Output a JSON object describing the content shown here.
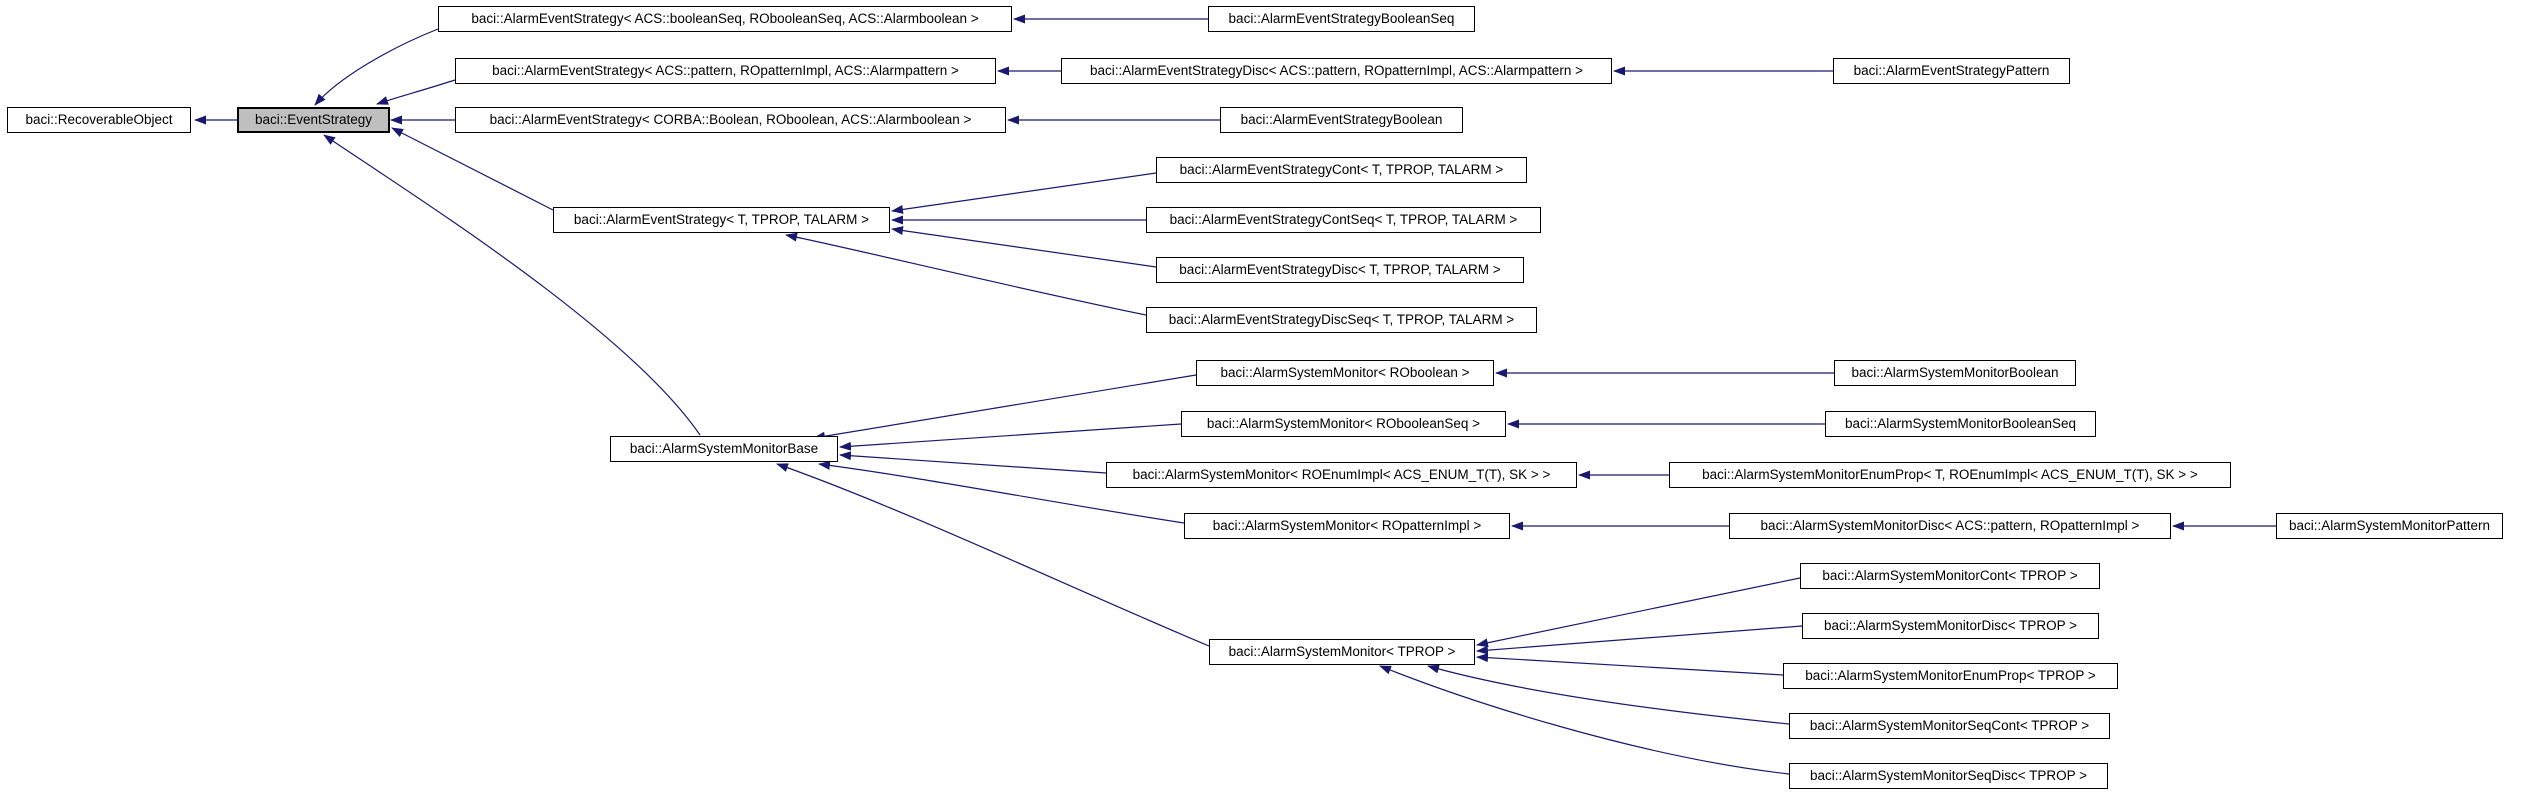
{
  "diagram": {
    "type": "class-inheritance-graph",
    "focus_class": "baci::EventStrategy",
    "colors": {
      "background": "#ffffff",
      "node_fill": "#ffffff",
      "node_border": "#000000",
      "focus_node_fill": "#bfbfbf",
      "edge": "#191970",
      "text": "#000000"
    },
    "nodes": [
      {
        "id": "recoverable-object",
        "label": "baci::RecoverableObject"
      },
      {
        "id": "event-strategy",
        "label": "baci::EventStrategy",
        "highlighted": true
      },
      {
        "id": "alarm-event-strategy-booleanseq-tmpl",
        "label": "baci::AlarmEventStrategy< ACS::booleanSeq, RObooleanSeq, ACS::Alarmboolean >"
      },
      {
        "id": "alarm-event-strategy-booleanseq",
        "label": "baci::AlarmEventStrategyBooleanSeq"
      },
      {
        "id": "alarm-event-strategy-pattern-tmpl",
        "label": "baci::AlarmEventStrategy< ACS::pattern, ROpatternImpl, ACS::Alarmpattern >"
      },
      {
        "id": "alarm-event-strategy-disc-pattern",
        "label": "baci::AlarmEventStrategyDisc< ACS::pattern, ROpatternImpl, ACS::Alarmpattern >"
      },
      {
        "id": "alarm-event-strategy-pattern",
        "label": "baci::AlarmEventStrategyPattern"
      },
      {
        "id": "alarm-event-strategy-boolean-tmpl",
        "label": "baci::AlarmEventStrategy< CORBA::Boolean, ROboolean, ACS::Alarmboolean >"
      },
      {
        "id": "alarm-event-strategy-boolean",
        "label": "baci::AlarmEventStrategyBoolean"
      },
      {
        "id": "alarm-event-strategy-t-tmpl",
        "label": "baci::AlarmEventStrategy< T, TPROP, TALARM >"
      },
      {
        "id": "alarm-event-strategy-cont-t",
        "label": "baci::AlarmEventStrategyCont< T, TPROP, TALARM >"
      },
      {
        "id": "alarm-event-strategy-contseq-t",
        "label": "baci::AlarmEventStrategyContSeq< T, TPROP, TALARM >"
      },
      {
        "id": "alarm-event-strategy-disc-t",
        "label": "baci::AlarmEventStrategyDisc< T, TPROP, TALARM >"
      },
      {
        "id": "alarm-event-strategy-discseq-t",
        "label": "baci::AlarmEventStrategyDiscSeq< T, TPROP, TALARM >"
      },
      {
        "id": "alarm-system-monitor-base",
        "label": "baci::AlarmSystemMonitorBase"
      },
      {
        "id": "alarm-system-monitor-roboolean",
        "label": "baci::AlarmSystemMonitor< ROboolean >"
      },
      {
        "id": "alarm-system-monitor-boolean",
        "label": "baci::AlarmSystemMonitorBoolean"
      },
      {
        "id": "alarm-system-monitor-robooleanseq",
        "label": "baci::AlarmSystemMonitor< RObooleanSeq >"
      },
      {
        "id": "alarm-system-monitor-booleanseq",
        "label": "baci::AlarmSystemMonitorBooleanSeq"
      },
      {
        "id": "alarm-system-monitor-roenumimpl",
        "label": "baci::AlarmSystemMonitor< ROEnumImpl< ACS_ENUM_T(T), SK > >"
      },
      {
        "id": "alarm-system-monitor-enumprop-t",
        "label": "baci::AlarmSystemMonitorEnumProp< T, ROEnumImpl< ACS_ENUM_T(T), SK > >"
      },
      {
        "id": "alarm-system-monitor-ropatternimpl",
        "label": "baci::AlarmSystemMonitor< ROpatternImpl >"
      },
      {
        "id": "alarm-system-monitor-disc-pattern",
        "label": "baci::AlarmSystemMonitorDisc< ACS::pattern, ROpatternImpl >"
      },
      {
        "id": "alarm-system-monitor-pattern",
        "label": "baci::AlarmSystemMonitorPattern"
      },
      {
        "id": "alarm-system-monitor-tprop",
        "label": "baci::AlarmSystemMonitor< TPROP >"
      },
      {
        "id": "alarm-system-monitor-cont-tprop",
        "label": "baci::AlarmSystemMonitorCont< TPROP >"
      },
      {
        "id": "alarm-system-monitor-disc-tprop",
        "label": "baci::AlarmSystemMonitorDisc< TPROP >"
      },
      {
        "id": "alarm-system-monitor-enumprop-tprop",
        "label": "baci::AlarmSystemMonitorEnumProp< TPROP >"
      },
      {
        "id": "alarm-system-monitor-seqcont-tprop",
        "label": "baci::AlarmSystemMonitorSeqCont< TPROP >"
      },
      {
        "id": "alarm-system-monitor-seqdisc-tprop",
        "label": "baci::AlarmSystemMonitorSeqDisc< TPROP >"
      }
    ],
    "edges": [
      {
        "from": "event-strategy",
        "to": "recoverable-object"
      },
      {
        "from": "alarm-event-strategy-booleanseq-tmpl",
        "to": "event-strategy"
      },
      {
        "from": "alarm-event-strategy-pattern-tmpl",
        "to": "event-strategy"
      },
      {
        "from": "alarm-event-strategy-boolean-tmpl",
        "to": "event-strategy"
      },
      {
        "from": "alarm-event-strategy-t-tmpl",
        "to": "event-strategy"
      },
      {
        "from": "alarm-system-monitor-base",
        "to": "event-strategy"
      },
      {
        "from": "alarm-event-strategy-booleanseq",
        "to": "alarm-event-strategy-booleanseq-tmpl"
      },
      {
        "from": "alarm-event-strategy-disc-pattern",
        "to": "alarm-event-strategy-pattern-tmpl"
      },
      {
        "from": "alarm-event-strategy-pattern",
        "to": "alarm-event-strategy-disc-pattern"
      },
      {
        "from": "alarm-event-strategy-boolean",
        "to": "alarm-event-strategy-boolean-tmpl"
      },
      {
        "from": "alarm-event-strategy-cont-t",
        "to": "alarm-event-strategy-t-tmpl"
      },
      {
        "from": "alarm-event-strategy-contseq-t",
        "to": "alarm-event-strategy-t-tmpl"
      },
      {
        "from": "alarm-event-strategy-disc-t",
        "to": "alarm-event-strategy-t-tmpl"
      },
      {
        "from": "alarm-event-strategy-discseq-t",
        "to": "alarm-event-strategy-t-tmpl"
      },
      {
        "from": "alarm-system-monitor-roboolean",
        "to": "alarm-system-monitor-base"
      },
      {
        "from": "alarm-system-monitor-robooleanseq",
        "to": "alarm-system-monitor-base"
      },
      {
        "from": "alarm-system-monitor-roenumimpl",
        "to": "alarm-system-monitor-base"
      },
      {
        "from": "alarm-system-monitor-ropatternimpl",
        "to": "alarm-system-monitor-base"
      },
      {
        "from": "alarm-system-monitor-tprop",
        "to": "alarm-system-monitor-base"
      },
      {
        "from": "alarm-system-monitor-boolean",
        "to": "alarm-system-monitor-roboolean"
      },
      {
        "from": "alarm-system-monitor-booleanseq",
        "to": "alarm-system-monitor-robooleanseq"
      },
      {
        "from": "alarm-system-monitor-enumprop-t",
        "to": "alarm-system-monitor-roenumimpl"
      },
      {
        "from": "alarm-system-monitor-disc-pattern",
        "to": "alarm-system-monitor-ropatternimpl"
      },
      {
        "from": "alarm-system-monitor-pattern",
        "to": "alarm-system-monitor-disc-pattern"
      },
      {
        "from": "alarm-system-monitor-cont-tprop",
        "to": "alarm-system-monitor-tprop"
      },
      {
        "from": "alarm-system-monitor-disc-tprop",
        "to": "alarm-system-monitor-tprop"
      },
      {
        "from": "alarm-system-monitor-enumprop-tprop",
        "to": "alarm-system-monitor-tprop"
      },
      {
        "from": "alarm-system-monitor-seqcont-tprop",
        "to": "alarm-system-monitor-tprop"
      },
      {
        "from": "alarm-system-monitor-seqdisc-tprop",
        "to": "alarm-system-monitor-tprop"
      }
    ]
  }
}
